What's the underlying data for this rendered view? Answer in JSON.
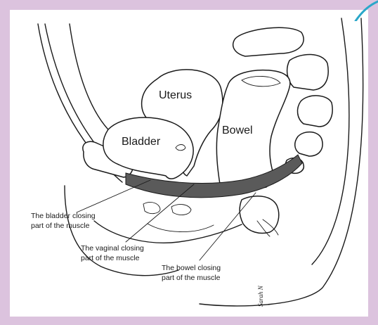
{
  "colors": {
    "frame": "#dcc3de",
    "panel": "#ffffff",
    "accent": "#2aa7c9",
    "ink": "#1a1a1a",
    "muscle": "#5a5a5a"
  },
  "organs": {
    "uterus": "Uterus",
    "bladder": "Bladder",
    "bowel": "Bowel"
  },
  "callouts": {
    "bladder": {
      "line1": "The bladder closing",
      "line2": "part of the muscle"
    },
    "vaginal": {
      "line1": "The vaginal closing",
      "line2": "part of the muscle"
    },
    "bowel": {
      "line1": "The bowel closing",
      "line2": "part of the muscle"
    }
  },
  "signature": "Sarah N"
}
